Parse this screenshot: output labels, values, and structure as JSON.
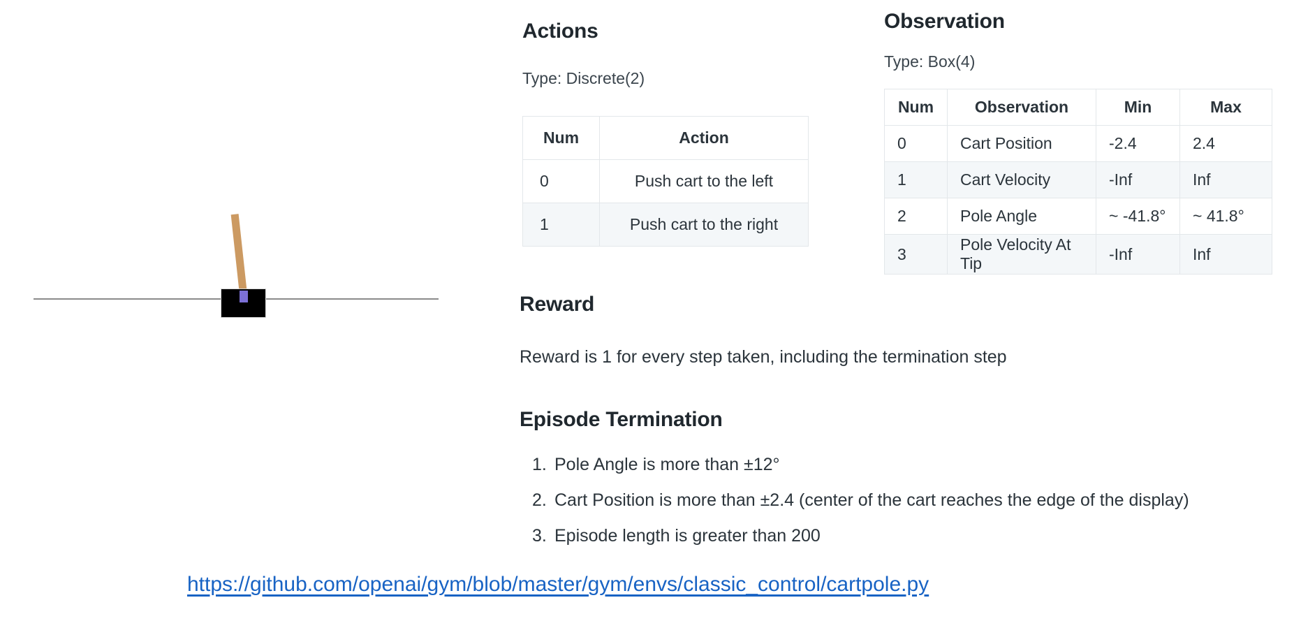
{
  "figure": {
    "name": "cartpole-illustration",
    "parts": {
      "cart": "cart-body",
      "pole": "pole-stick",
      "axle": "pole-axle",
      "ground": "ground-line"
    },
    "colors": {
      "cart": "#000000",
      "pole": "#cc9a62",
      "axle": "#7c70d6",
      "ground": "#8a8a8a"
    }
  },
  "actions": {
    "heading": "Actions",
    "type_line": "Type: Discrete(2)",
    "table": {
      "headers": [
        "Num",
        "Action"
      ],
      "rows": [
        [
          "0",
          "Push cart to the left"
        ],
        [
          "1",
          "Push cart to the right"
        ]
      ]
    }
  },
  "observation": {
    "heading": "Observation",
    "type_line": "Type: Box(4)",
    "table": {
      "headers": [
        "Num",
        "Observation",
        "Min",
        "Max"
      ],
      "rows": [
        [
          "0",
          "Cart Position",
          "-2.4",
          "2.4"
        ],
        [
          "1",
          "Cart Velocity",
          "-Inf",
          "Inf"
        ],
        [
          "2",
          "Pole Angle",
          "~ -41.8°",
          "~ 41.8°"
        ],
        [
          "3",
          "Pole Velocity At Tip",
          "-Inf",
          "Inf"
        ]
      ]
    }
  },
  "reward": {
    "heading": "Reward",
    "text": "Reward is 1 for every step taken, including the termination step"
  },
  "termination": {
    "heading": "Episode Termination",
    "items": [
      {
        "marker": "1.",
        "text": "Pole Angle is more than ±12°"
      },
      {
        "marker": "2.",
        "text": "Cart Position is more than ±2.4 (center of the cart reaches the edge of the display)"
      },
      {
        "marker": "3.",
        "text": "Episode length is greater than 200"
      }
    ]
  },
  "source": {
    "url": "https://github.com/openai/gym/blob/master/gym/envs/classic_control/cartpole.py",
    "color": "#1863c4"
  }
}
